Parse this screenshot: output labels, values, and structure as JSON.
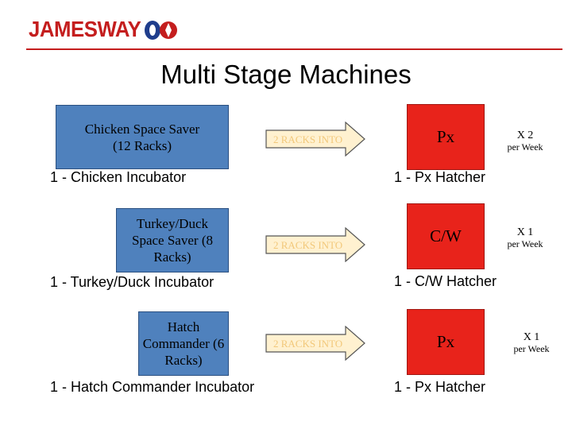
{
  "logo": {
    "text": "JAMESWAY",
    "brand_color": "#c41e1e",
    "mark_icon": "jamesway-logo-mark"
  },
  "title": "Multi Stage Machines",
  "rows": [
    {
      "machine": "Chicken Space Saver (12 Racks)",
      "machine_label": "1 - Chicken Incubator",
      "arrow_text": "2 RACKS INTO",
      "hatcher": "Px",
      "hatcher_label": "1 - Px Hatcher",
      "freq_count": "X 2",
      "freq_unit": "per Week"
    },
    {
      "machine": "Turkey/Duck Space Saver (8 Racks)",
      "machine_label": "1 - Turkey/Duck Incubator",
      "arrow_text": "2 RACKS INTO",
      "hatcher": "C/W",
      "hatcher_label": "1 - C/W Hatcher",
      "freq_count": "X 1",
      "freq_unit": "per Week"
    },
    {
      "machine": "Hatch Commander (6 Racks)",
      "machine_label": "1 - Hatch Commander Incubator",
      "arrow_text": "2 RACKS INTO",
      "hatcher": "Px",
      "hatcher_label": "1 - Px Hatcher",
      "freq_count": "X 1",
      "freq_unit": "per Week"
    }
  ],
  "colors": {
    "machine_fill": "#4f81bd",
    "hatcher_fill": "#e8231b",
    "arrow_fill": "#fff1d0",
    "arrow_text": "#f2c87a"
  }
}
